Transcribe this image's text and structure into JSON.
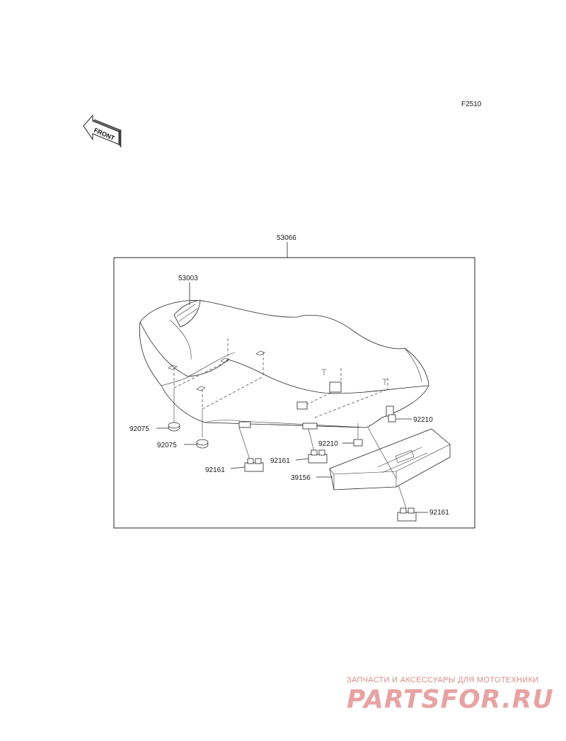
{
  "diagram": {
    "code": "F2510",
    "front_label": "FRONT",
    "assembly_part": "53066",
    "parts": {
      "p53003": "53003",
      "p92075a": "92075",
      "p92075b": "92075",
      "p92161a": "92161",
      "p92161b": "92161",
      "p92161c": "92161",
      "p92210a": "92210",
      "p92210b": "92210",
      "p39156": "39156"
    }
  },
  "watermark": {
    "tagline": "ЗАПЧАСТИ И АКСЕССУАРЫ ДЛЯ МОТОТЕХНИКИ",
    "brand": "PARTSFOR.RU"
  }
}
